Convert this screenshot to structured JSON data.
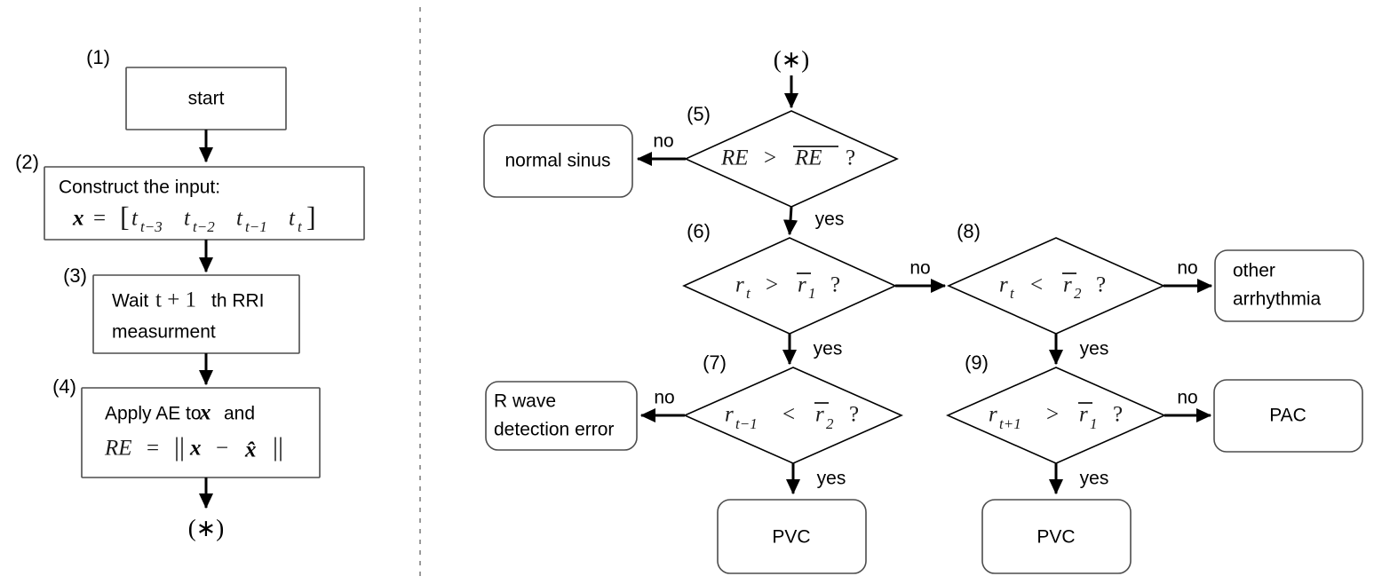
{
  "figure": {
    "type": "flowchart",
    "panels": [
      "left-preprocessing",
      "right-classification"
    ],
    "divider": "vertical-dashed-line"
  },
  "left": {
    "tags": {
      "n1": "(1)",
      "n2": "(2)",
      "n3": "(3)",
      "n4": "(4)"
    },
    "node1": {
      "label": "start",
      "shape": "rectangle"
    },
    "node2": {
      "line1": "Construct the input:",
      "formula": "x = [t_{t-3} t_{t-2} t_{t-1} t_t]",
      "formula_parts": {
        "lhs": "x",
        "eq": "=",
        "open": "[",
        "t1": "t",
        "t1sub": "t−3",
        "t2": "t",
        "t2sub": "t−2",
        "t3": "t",
        "t3sub": "t−1",
        "t4": "t",
        "t4sub": "t",
        "close": "]"
      },
      "shape": "rectangle"
    },
    "node3": {
      "line1_pre": "Wait",
      "line1_math": "t + 1",
      "line1_post": "th RRI",
      "line2": "measurment",
      "shape": "rectangle"
    },
    "node4": {
      "line1_pre": "Apply AE to",
      "line1_math": "x",
      "line1_post": "and",
      "formula": "RE = ||x − x̂||",
      "formula_parts": {
        "re": "RE",
        "eq": "=",
        "bars": "||",
        "x": "x",
        "minus": "−",
        "xhat": "x̂"
      },
      "shape": "rectangle"
    },
    "connector_out": "(∗)"
  },
  "right": {
    "tags": {
      "n5": "(5)",
      "n6": "(6)",
      "n7": "(7)",
      "n8": "(8)",
      "n9": "(9)"
    },
    "connector_in": "(∗)",
    "node5": {
      "shape": "diamond",
      "condition": "RE > RE̅ ?",
      "parts": {
        "lhs": "RE",
        "op": ">",
        "rhs": "RE",
        "rhs_overline": true,
        "q": "?"
      }
    },
    "node6": {
      "shape": "diamond",
      "condition": "r_t > r̄_1 ?",
      "parts": {
        "lhs": "r",
        "lhs_sub": "t",
        "op": ">",
        "rhs": "r",
        "rhs_overline": true,
        "rhs_sub": "1",
        "q": "?"
      }
    },
    "node7": {
      "shape": "diamond",
      "condition": "r_{t−1} < r̄_2 ?",
      "parts": {
        "lhs": "r",
        "lhs_sub": "t−1",
        "op": "<",
        "rhs": "r",
        "rhs_overline": true,
        "rhs_sub": "2",
        "q": "?"
      }
    },
    "node8": {
      "shape": "diamond",
      "condition": "r_t < r̄_2 ?",
      "parts": {
        "lhs": "r",
        "lhs_sub": "t",
        "op": "<",
        "rhs": "r",
        "rhs_overline": true,
        "rhs_sub": "2",
        "q": "?"
      }
    },
    "node9": {
      "shape": "diamond",
      "condition": "r_{t+1} > r̄_1 ?",
      "parts": {
        "lhs": "r",
        "lhs_sub": "t+1",
        "op": ">",
        "rhs": "r",
        "rhs_overline": true,
        "rhs_sub": "1",
        "q": "?"
      }
    },
    "outcomes": {
      "normal_sinus": "normal sinus",
      "r_wave_error_line1": "R wave",
      "r_wave_error_line2": "detection error",
      "pvc_left": "PVC",
      "pvc_right": "PVC",
      "other_arrhythmia_line1": "other",
      "other_arrhythmia_line2": "arrhythmia",
      "pac": "PAC"
    },
    "edge_labels": {
      "n5_no": "no",
      "n5_yes": "yes",
      "n6_no": "no",
      "n6_yes": "yes",
      "n7_no": "no",
      "n7_yes": "yes",
      "n8_no": "no",
      "n8_yes": "yes",
      "n9_no": "no",
      "n9_yes": "yes"
    }
  },
  "colors": {
    "background": "#ffffff",
    "stroke_box": "#4d4d4d",
    "stroke_diamond": "#000000",
    "arrow": "#000000",
    "divider": "#9a9a9a",
    "text": "#000000"
  }
}
